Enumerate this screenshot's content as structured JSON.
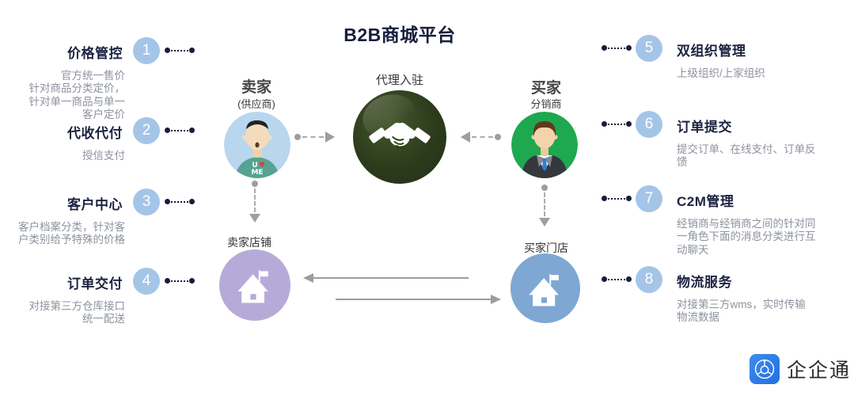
{
  "title": "B2B商城平台",
  "left_features": [
    {
      "num": "1",
      "title": "价格管控",
      "desc": [
        "官方统一售价",
        "针对商品分类定价，",
        "针对单一商品与单一",
        "客户定价"
      ]
    },
    {
      "num": "2",
      "title": "代收代付",
      "desc": [
        "授信支付"
      ]
    },
    {
      "num": "3",
      "title": "客户中心",
      "desc": [
        "客户档案分类，针对客",
        "户类别给予特殊的价格"
      ]
    },
    {
      "num": "4",
      "title": "订单交付",
      "desc": [
        "对接第三方仓库接口",
        "统一配送"
      ]
    }
  ],
  "right_features": [
    {
      "num": "5",
      "title": "双组织管理",
      "desc": [
        "上级组织/上家组织"
      ]
    },
    {
      "num": "6",
      "title": "订单提交",
      "desc": [
        "提交订单、在线支付、订单反",
        "馈"
      ]
    },
    {
      "num": "7",
      "title": "C2M管理",
      "desc": [
        "经销商与经销商之间的针对同",
        "一角色下面的消息分类进行互",
        "动聊天"
      ]
    },
    {
      "num": "8",
      "title": "物流服务",
      "desc": [
        "对接第三方wms，实时传输",
        "物流数据"
      ]
    }
  ],
  "center": {
    "agent_label": "代理入驻",
    "seller_label": "卖家",
    "seller_sublabel": "(供应商)",
    "seller_shirt_u": "U",
    "seller_shirt_heart": "♥",
    "seller_shirt_me": "ME",
    "buyer_label": "买家",
    "buyer_sublabel": "分销商",
    "seller_store_label": "卖家店铺",
    "buyer_store_label": "买家门店"
  },
  "logo": {
    "text": "企企通"
  },
  "icons": {
    "handshake": "handshake-icon",
    "house": "house-icon",
    "seller_person": "seller-person-icon",
    "buyer_person": "buyer-person-icon",
    "logo_emblem": "qiqitong-emblem-icon"
  },
  "colors": {
    "heading_navy": "#1c2340",
    "number_circle_blue": "#a5c5e8",
    "connector_navy": "#171d3b",
    "desc_gray": "#8d929e",
    "handshake_green": "#2c3b1b",
    "seller_avatar_bg": "#b9d6ef",
    "seller_shirt_teal": "#55a390",
    "buyer_avatar_green": "#1ea850",
    "seller_store_purple": "#b6abd8",
    "buyer_store_blue": "#7ea7d4",
    "arrow_gray": "#9e9e9e",
    "logo_blue": "#2b7ce9"
  }
}
